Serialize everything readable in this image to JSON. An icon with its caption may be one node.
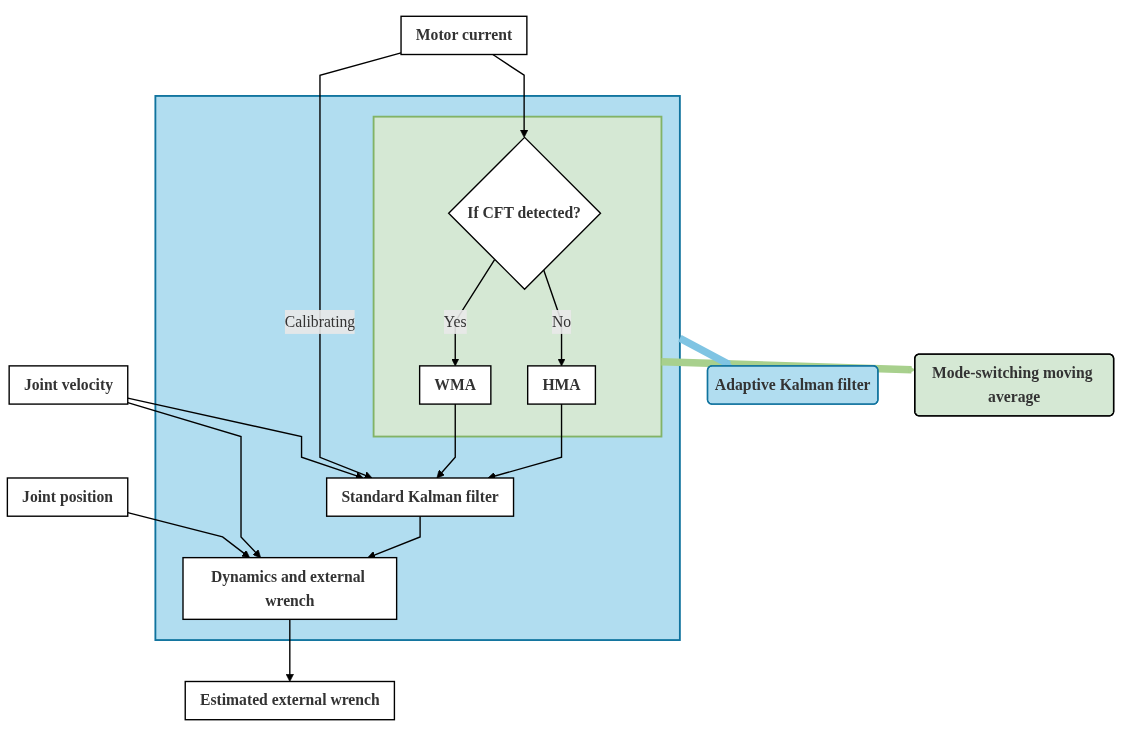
{
  "diagram": {
    "nodes": [
      {
        "text": [
          "Motor current"
        ]
      },
      {
        "text": [],
        "shape": "box"
      },
      {
        "text": [],
        "shape": "box",
        "in": 1
      },
      {
        "text": [
          "If CFT detected?"
        ],
        "in": 2
      },
      {
        "text": [
          "HMA"
        ],
        "in": 2
      },
      {
        "text": [
          "WMA"
        ],
        "in": 2
      },
      {
        "text": [
          "Standard Kalman filter"
        ],
        "in": 1
      },
      {
        "text": [
          "Dynamics and external wrench"
        ],
        "in": 1
      },
      {
        "text": [
          "Mode-switching moving average"
        ]
      },
      {
        "text": [
          "Adaptive Kalman filter"
        ]
      },
      {
        "text": [
          "Joint velocity"
        ]
      },
      {
        "text": [
          "Joint position"
        ]
      },
      {
        "text": [
          "Estimated external wrench"
        ]
      }
    ],
    "edges": [
      {
        "from": 0,
        "to": 3,
        "arrow": "to"
      },
      {
        "from": 3,
        "to": 4,
        "arrow": "to",
        "label": "No"
      },
      {
        "from": 3,
        "to": 5,
        "arrow": "to",
        "label": "Yes"
      },
      {
        "from": 4,
        "to": 6,
        "arrow": "to"
      },
      {
        "from": 5,
        "to": 6,
        "arrow": "to"
      },
      {
        "from": 6,
        "to": 7,
        "arrow": "to"
      },
      {
        "from": 7,
        "to": 12,
        "arrow": "to"
      },
      {
        "from": 0,
        "to": 6,
        "arrow": "to",
        "label": "Calibrating"
      },
      {
        "from": 10,
        "to": 6,
        "arrow": "to"
      },
      {
        "from": 10,
        "to": 7,
        "arrow": "to"
      },
      {
        "from": 11,
        "to": 7,
        "arrow": "to"
      },
      {
        "from": 2,
        "to": 8,
        "arrow": "to",
        "style": "thick",
        "color": "#a8d08d"
      },
      {
        "from": 1,
        "to": 9,
        "arrow": "to",
        "style": "thick",
        "color": "#7fc4e3"
      }
    ]
  }
}
